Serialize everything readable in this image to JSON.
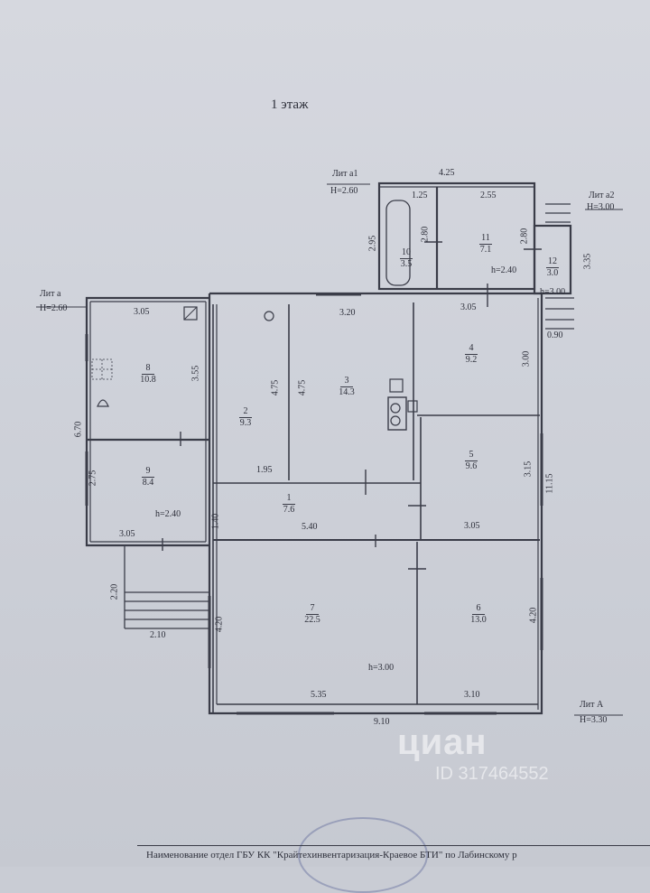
{
  "plan": {
    "title": "1 этаж",
    "lit_labels": {
      "a1": {
        "name": "Лит а1",
        "height": "H=2.60"
      },
      "a2": {
        "name": "Лит а2",
        "height": "H=3.00"
      },
      "a": {
        "name": "Лит а",
        "height": "H=2.60"
      },
      "A": {
        "name": "Лит А",
        "height": "H=3.30"
      }
    },
    "rooms": [
      {
        "number": "1",
        "area": "7.6"
      },
      {
        "number": "2",
        "area": "9.3"
      },
      {
        "number": "3",
        "area": "14.3"
      },
      {
        "number": "4",
        "area": "9.2"
      },
      {
        "number": "5",
        "area": "9.6"
      },
      {
        "number": "6",
        "area": "13.0"
      },
      {
        "number": "7",
        "area": "22.5"
      },
      {
        "number": "8",
        "area": "10.8"
      },
      {
        "number": "9",
        "area": "8.4"
      },
      {
        "number": "10",
        "area": "3.5"
      },
      {
        "number": "11",
        "area": "7.1"
      },
      {
        "number": "12",
        "area": "3.0"
      }
    ],
    "dimensions": {
      "d_4_25": "4.25",
      "d_1_25": "1.25",
      "d_2_55": "2.55",
      "d_2_95": "2.95",
      "d_2_80a": "2.80",
      "d_2_80b": "2.80",
      "d_3_35": "3.35",
      "d_3_05_top8": "3.05",
      "d_3_20": "3.20",
      "d_3_05_top4": "3.05",
      "d_3_55": "3.55",
      "d_4_75a": "4.75",
      "d_4_75b": "4.75",
      "d_3_00": "3.00",
      "d_6_70": "6.70",
      "d_1_95": "1.95",
      "d_2_75": "2.75",
      "d_3_15": "3.15",
      "d_11_15": "11.15",
      "d_1_40": "1.40",
      "d_5_40": "5.40",
      "d_3_05_mid": "3.05",
      "d_3_05_bot9": "3.05",
      "d_0_90": "0.90",
      "d_2_20": "2.20",
      "d_2_10": "2.10",
      "d_4_20a": "4.20",
      "d_4_20b": "4.20",
      "d_5_35": "5.35",
      "d_3_10": "3.10",
      "d_9_10": "9.10"
    },
    "heights": {
      "h_2_40_top": "h=2.40",
      "h_3_00_top": "h=3.00",
      "h_2_40_left": "h=2.40",
      "h_3_00_main": "h=3.00"
    },
    "watermark": {
      "brand": "циан",
      "id": "ID 317464552"
    },
    "footer": "Наименование отдел  ГБУ КК \"Крайтехинвентаризация-Краевое БТИ\" по Лабинскому р"
  }
}
